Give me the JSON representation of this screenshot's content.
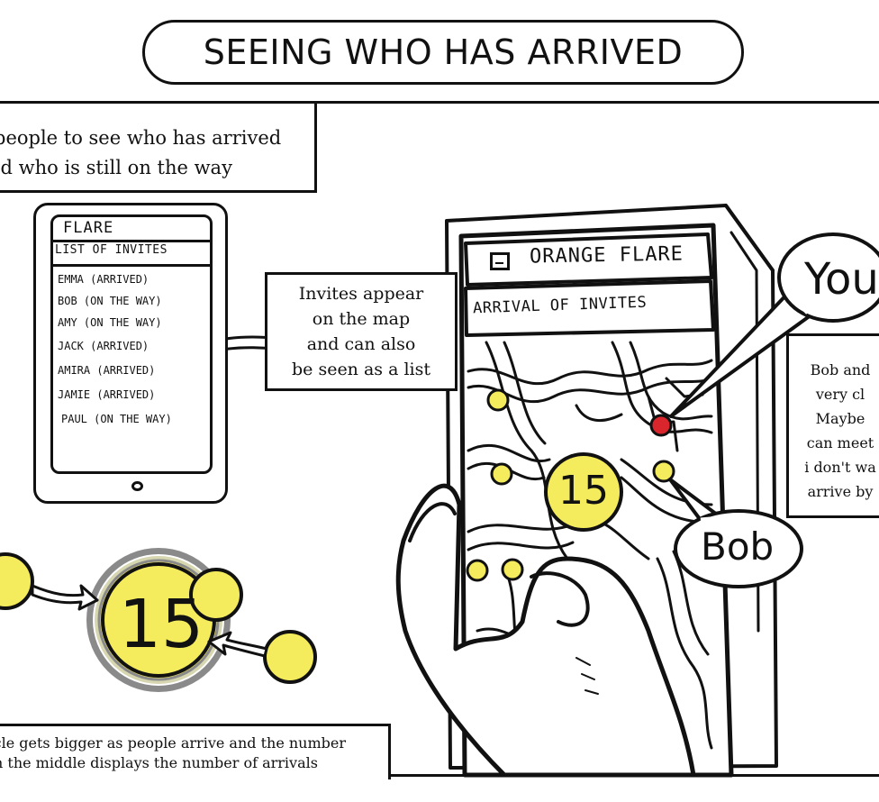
{
  "title": "SEEING WHO HAS ARRIVED",
  "intro": {
    "line1": "people to see who has arrived",
    "line2": "nd who is still on the way"
  },
  "left_phone": {
    "title": "FLARE",
    "header": "LIST OF INVITES",
    "items": [
      "EMMA (ARRIVED)",
      "BOB (ON THE WAY)",
      "AMY (ON THE WAY)",
      "JACK (ARRIVED)",
      "AMIRA (ARRIVED)",
      "JAMIE (ARRIVED)",
      "PAUL (ON THE WAY)"
    ]
  },
  "callout": {
    "line1": "Invites appear",
    "line2": "on the map",
    "line3": "and can also",
    "line4": "be seen as a list"
  },
  "map_phone": {
    "brand": "ORANGE FLARE",
    "header": "ARRIVAL OF INVITES",
    "arrivals_count": "15"
  },
  "bubbles": {
    "you": "You",
    "bob": "Bob"
  },
  "right_note": {
    "lines": [
      "Bob and",
      "very cl",
      "Maybe",
      "can meet",
      "i don't wa",
      "arrive by"
    ]
  },
  "circle_demo": {
    "count": "15"
  },
  "bottom_note": {
    "line1": "rcle gets bigger as people arrive and the number",
    "line2": "n the middle displays the number of arrivals"
  },
  "colors": {
    "ink": "#111111",
    "dot_yellow": "#f4ec5c",
    "you_red": "#d9262c",
    "ring_gray": "#8a8a8a",
    "ring_light": "#c9c9c9"
  }
}
